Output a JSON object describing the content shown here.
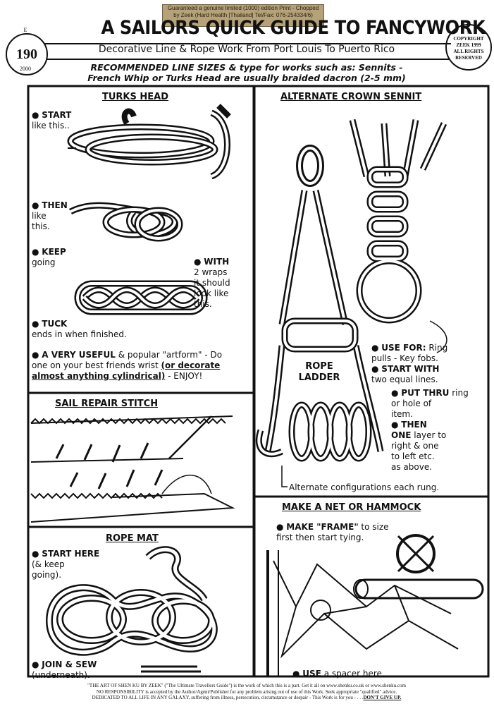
{
  "header": {
    "badge_line1": "Guaranteed a genuine limited (1000) edition Print - Chopped",
    "badge_line2": "by Zeek (Hard Health [Thailand] Tel/Fax: 076-254334/6)",
    "issue_letter": "E",
    "issue_number": "190",
    "issue_year": "2000",
    "title": "A SAILORS QUICK GUIDE TO FANCYWORK",
    "subtitle": "Decorative Line & Rope Work From Port Louis To Puerto Rico",
    "copyright": [
      "©",
      "COPYRIGHT",
      "ZEEK 1999",
      "ALL RIGHTS",
      "RESERVED"
    ],
    "recommended_line1": "RECOMMENDED LINE SIZES & type for works such as: Sennits -",
    "recommended_line2": "French Whip or Turks Head are usually braided dacron (2-5 mm)"
  },
  "turks_head": {
    "title": "TURKS HEAD",
    "start_label": "START",
    "start_rest": "like this..",
    "then_label": "THEN",
    "then_rest1": "like",
    "then_rest2": "this.",
    "keep_label": "KEEP",
    "keep_rest": "going",
    "with_label": "WITH",
    "with_rest1": "2 wraps",
    "with_rest2": "it should",
    "with_rest3": "look like",
    "with_rest4": "this.",
    "tuck_label": "TUCK",
    "tuck_rest": "ends in when finished.",
    "useful_label": "A VERY USEFUL",
    "useful_rest1": "& popular \"artform\" - Do",
    "useful_rest2": "one on your best friends wrist",
    "useful_link": "(or decorate",
    "useful_link2": "almost anything cylindrical)",
    "useful_end": "- ENJOY!"
  },
  "crown_sennit": {
    "title": "ALTERNATE CROWN SENNIT",
    "ladder_label1": "ROPE",
    "ladder_label2": "LADDER",
    "use_label": "USE FOR:",
    "use_rest1": "Ring",
    "use_rest2": "pulls - Key fobs.",
    "start_label": "START WITH",
    "start_rest": "two equal lines.",
    "put_label": "PUT THRU",
    "put_rest1": "ring",
    "put_rest2": "or hole of",
    "put_rest3": "item.",
    "then_label": "THEN",
    "then_rest1": "ONE",
    "then_rest1b": "layer to",
    "then_rest2": "right & one",
    "then_rest3": "to left etc.",
    "then_rest4": "as above.",
    "alternate": "Alternate configurations each rung."
  },
  "sail_repair": {
    "title": "SAIL REPAIR STITCH"
  },
  "rope_mat": {
    "title": "ROPE MAT",
    "start_label": "START HERE",
    "start_rest1": "(& keep",
    "start_rest2": "going).",
    "join_label": "JOIN & SEW",
    "join_rest": "(underneath)."
  },
  "net": {
    "title": "MAKE A NET OR HAMMOCK",
    "make_label": "MAKE \"FRAME\"",
    "make_rest1": "to size",
    "make_rest2": "first then start tying.",
    "use_label": "USE",
    "use_rest": "a spacer here."
  },
  "footer": {
    "line1": "\"THE ART OF SHEN KU BY ZEEK\" (\"The Ultimate Travellers Guide\") is the work of which this is a part. Get it all on www.shenku.co.uk or www.shenku.com",
    "line2": "NO RESPONSIBILITY is accepted by the Author/Agent/Publisher for any problem arising out of use of this Work. Seek appropriate \"qualified\" advice.",
    "line3a": "DEDICATED TO ALL LIFE IN ANY GALAXY, suffering from illness, persecution, circumstance or despair - This Work is for you - . . .",
    "line3b": "DON'T GIVE UP."
  },
  "colors": {
    "ink": "#111111",
    "badge": "#b5a27a",
    "paper": "#ffffff"
  }
}
